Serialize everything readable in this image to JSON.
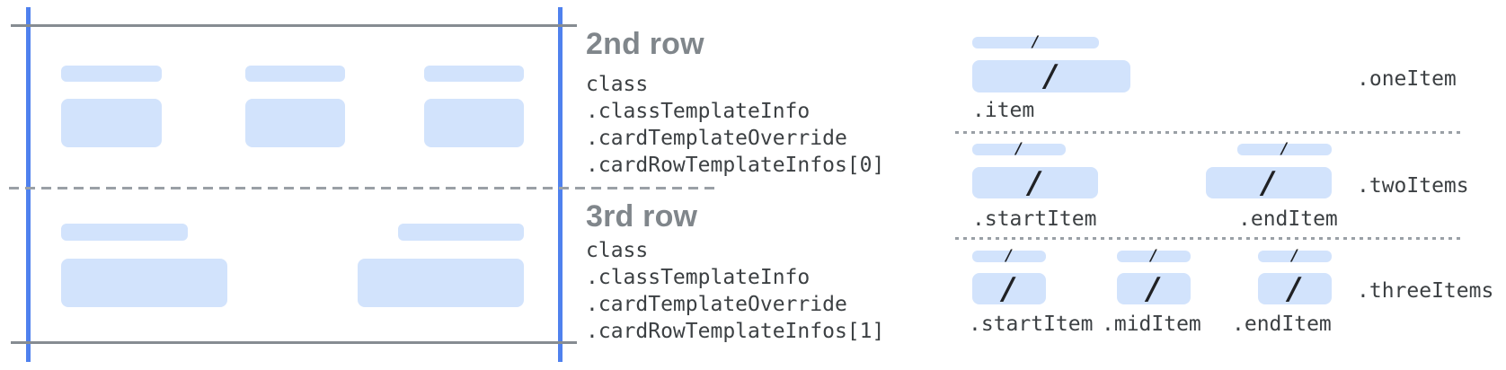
{
  "annotations": {
    "row2": {
      "title": "2nd row",
      "code_lines": [
        "class",
        ".classTemplateInfo",
        ".cardTemplateOverride",
        ".cardRowTemplateInfos[0]"
      ]
    },
    "row3": {
      "title": "3rd row",
      "code_lines": [
        "class",
        ".classTemplateInfo",
        ".cardTemplateOverride",
        ".cardRowTemplateInfos[1]"
      ]
    }
  },
  "layouts": {
    "one_item": {
      "group_label": ".oneItem",
      "item_labels": [
        ".item"
      ]
    },
    "two_items": {
      "group_label": ".twoItems",
      "item_labels": [
        ".startItem",
        ".endItem"
      ]
    },
    "three_items": {
      "group_label": ".threeItems",
      "item_labels": [
        ".startItem",
        ".midItem",
        ".endItem"
      ]
    }
  },
  "glyphs": {
    "separator_slash": "/"
  },
  "colors": {
    "placeholder_blue": "#d2e3fc",
    "guide_blue": "#4f81ee",
    "guide_gray": "#868c92",
    "dash_gray": "#9aa0a6",
    "title_gray": "#80868b",
    "code_text": "#3c4043",
    "slash_dark": "#202124"
  }
}
